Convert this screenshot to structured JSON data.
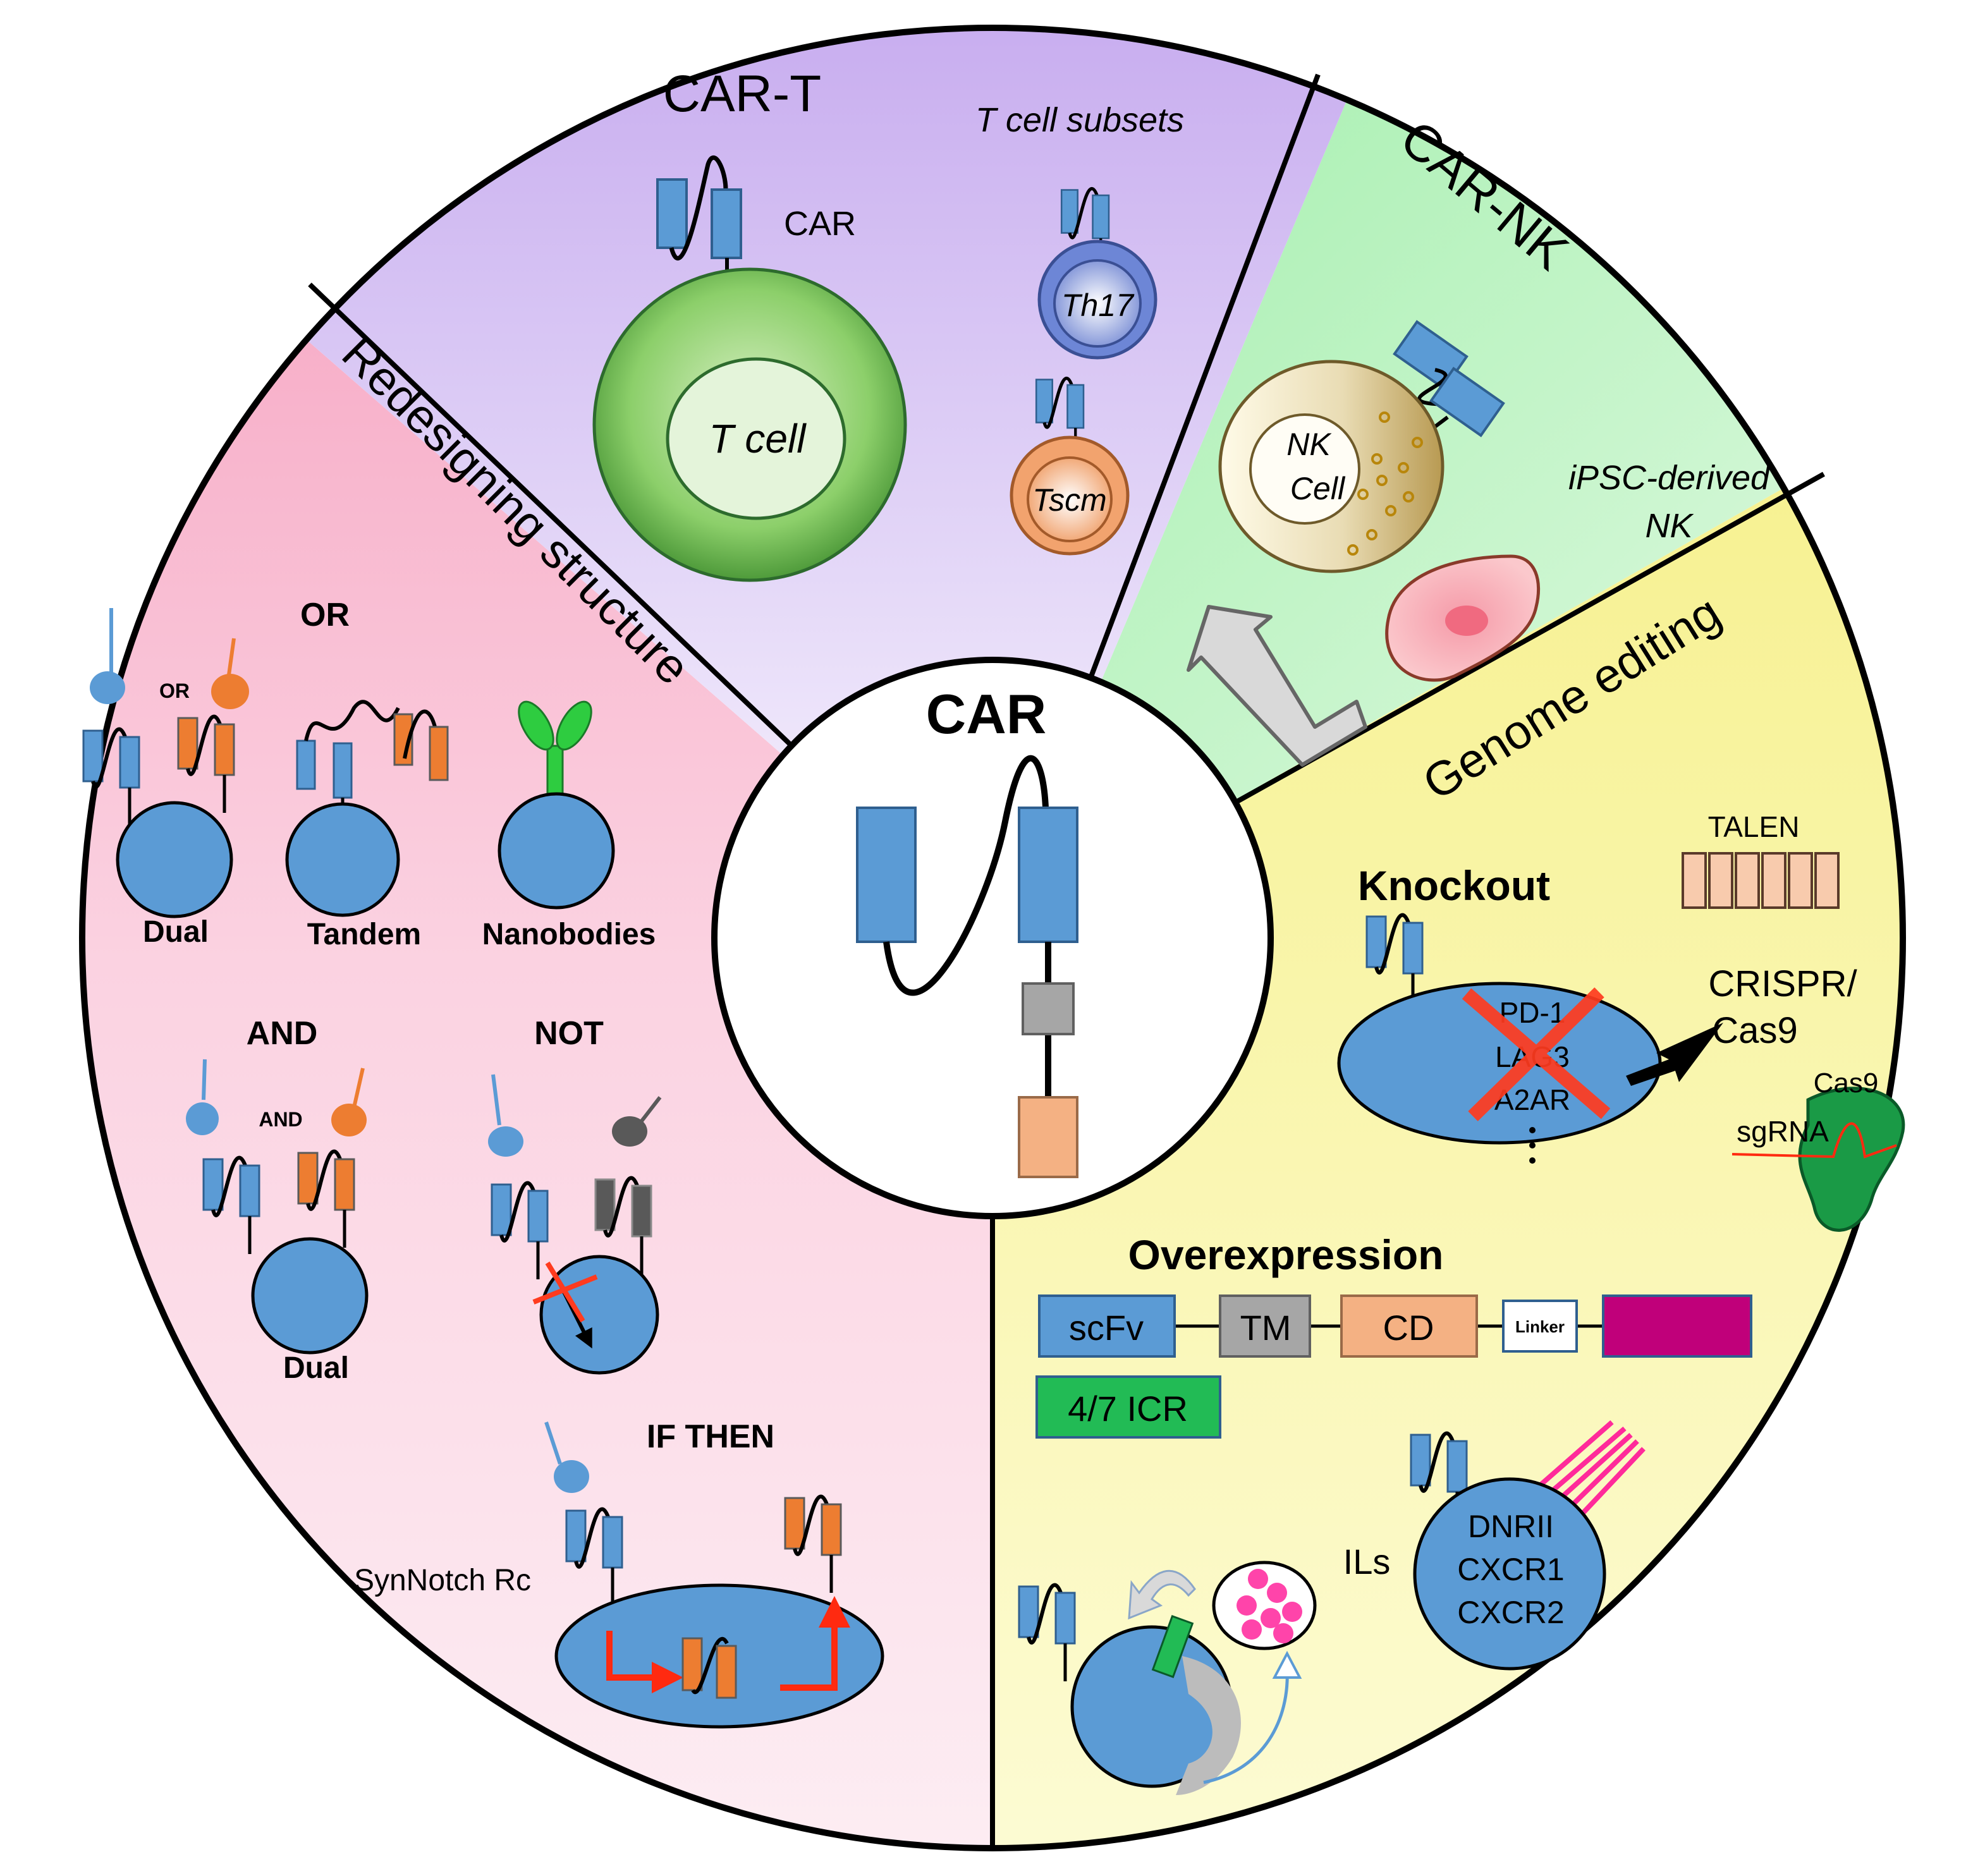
{
  "center": {
    "title": "CAR"
  },
  "cart": {
    "title": "CAR-T",
    "subsets_label": "T cell subsets",
    "car_label": "CAR",
    "t_cell": "T cell",
    "th17": "Th17",
    "tscm": "Tscm"
  },
  "carnk": {
    "title": "CAR-NK",
    "nk_line1": "NK",
    "nk_line2": "Cell",
    "ipsc_line1": "iPSC-derived",
    "ipsc_line2": "NK"
  },
  "redesign": {
    "title": "Redesigning structure",
    "or_heading": "OR",
    "or_small": "OR",
    "dual1": "Dual",
    "tandem": "Tandem",
    "nanobodies": "Nanobodies",
    "and_heading": "AND",
    "and_small": "AND",
    "not_heading": "NOT",
    "dual2": "Dual",
    "ifthen_heading": "IF THEN",
    "synnotch": "SynNotch Rc"
  },
  "genome": {
    "title": "Genome editing",
    "knockout": "Knockout",
    "talen": "TALEN",
    "pd1": "PD-1",
    "lag3": "LAG3",
    "a2ar": "A2AR",
    "crispr_line1": "CRISPR/",
    "crispr_line2": "Cas9",
    "cas9": "Cas9",
    "sgrna": "sgRNA",
    "overexpression": "Overexpression",
    "scfv": "scFv",
    "tm": "TM",
    "cd": "CD",
    "linker": "Linker",
    "icr": "4/7 ICR",
    "ils": "ILs",
    "dnrii": "DNRII",
    "cxcr1": "CXCR1",
    "cxcr2": "CXCR2"
  },
  "colors": {
    "car_blue": "#5b9bd5",
    "orange": "#ed7d31",
    "grey": "#a6a6a6",
    "peach": "#f4b183",
    "magenta": "#c0007a",
    "green_icr": "#22bb55",
    "red": "#ff3b1f"
  }
}
